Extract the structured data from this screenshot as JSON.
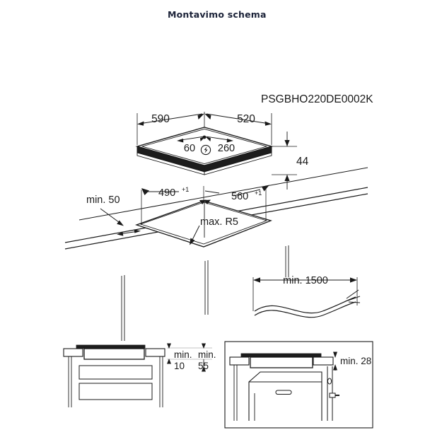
{
  "page": {
    "title": "Montavimo schema",
    "background_color": "#ffffff",
    "line_color": "#1a1a1a",
    "title_color": "#1b2238"
  },
  "product": {
    "code": "PSGBHO220DE0002K"
  },
  "diagrams": {
    "hob_overview": {
      "name": "hob-perspective-view",
      "dimensions": {
        "width_total": "590",
        "depth_total": "520",
        "offset_left": "60",
        "offset_right": "260",
        "height": "44"
      },
      "symbols": {
        "power_connection": "electrical-connection-icon"
      }
    },
    "worktop_cutout": {
      "name": "worktop-cutout-view",
      "dimensions": {
        "rear_clearance": "min. 50",
        "cutout_depth": "490",
        "cutout_depth_tolerance": "+1",
        "cutout_width": "560",
        "cutout_width_tolerance": "+1",
        "corner_radius": "max. R5"
      }
    },
    "cable": {
      "name": "mains-cable-view",
      "dimensions": {
        "cable_length": "min. 1500"
      }
    },
    "install_drawers": {
      "name": "installation-over-drawers-view",
      "dimensions": {
        "gap_below_hob": "min.",
        "gap_below_hob_value": "10",
        "cabinet_clearance": "min.",
        "cabinet_clearance_value": "55"
      }
    },
    "install_oven": {
      "name": "installation-over-oven-view",
      "dimensions": {
        "oven_clearance": "min. 28"
      }
    }
  }
}
